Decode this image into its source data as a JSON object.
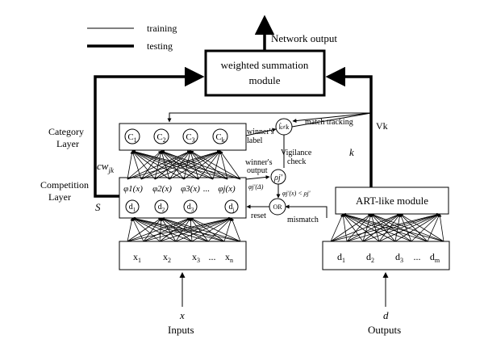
{
  "legend": {
    "training": "training",
    "testing": "testing"
  },
  "top": {
    "network_output": "Network output",
    "summation_line1": "weighted summation",
    "summation_line2": "module"
  },
  "left_labels": {
    "category_line1": "Category",
    "category_line2": "Layer",
    "competition_line1": "Competition",
    "competition_line2": "Layer",
    "cw": "cw",
    "cw_sub": "jk",
    "s": "S"
  },
  "category_nodes": [
    {
      "main": "C",
      "sub": "1"
    },
    {
      "main": "C",
      "sub": "2"
    },
    {
      "main": "C",
      "sub": "3"
    },
    {
      "main": "C",
      "sub": "k"
    }
  ],
  "phi_labels": [
    "φ1(x)",
    "φ2(x)",
    "φ3(x)",
    "...",
    "φj(x)"
  ],
  "d_nodes": [
    {
      "main": "d",
      "sub": "1"
    },
    {
      "main": "d",
      "sub": "2"
    },
    {
      "main": "d",
      "sub": "3"
    },
    {
      "main": "d",
      "sub": "j"
    }
  ],
  "input_nodes": [
    {
      "main": "x",
      "sub": "1"
    },
    {
      "main": "x",
      "sub": "2"
    },
    {
      "main": "x",
      "sub": "3"
    },
    {
      "main": "...",
      "sub": ""
    },
    {
      "main": "x",
      "sub": "n"
    }
  ],
  "output_nodes": [
    {
      "main": "d",
      "sub": "1"
    },
    {
      "main": "d",
      "sub": "2"
    },
    {
      "main": "d",
      "sub": "3"
    },
    {
      "main": "...",
      "sub": ""
    },
    {
      "main": "d",
      "sub": "m"
    }
  ],
  "control": {
    "match_tracking": "match tracking",
    "winners_label_line1": "winner's",
    "winners_label_line2": "label",
    "vigilance_line1": "Vigilance",
    "vigilance_line2": "check",
    "winners_output_line1": "winner's",
    "winners_output_line2": "output",
    "rho_symbol": "ρj'",
    "phi_delta": "φj'(Δ)",
    "condition": "φj'(x) < ρj'",
    "or": "OR",
    "reset": "reset",
    "mismatch": "mismatch",
    "kneq": "k̂≠k"
  },
  "right": {
    "vk": "Vk",
    "k": "k",
    "art_module": "ART-like module"
  },
  "bottom": {
    "x_symbol": "x",
    "inputs": "Inputs",
    "d_symbol": "d",
    "outputs": "Outputs"
  }
}
